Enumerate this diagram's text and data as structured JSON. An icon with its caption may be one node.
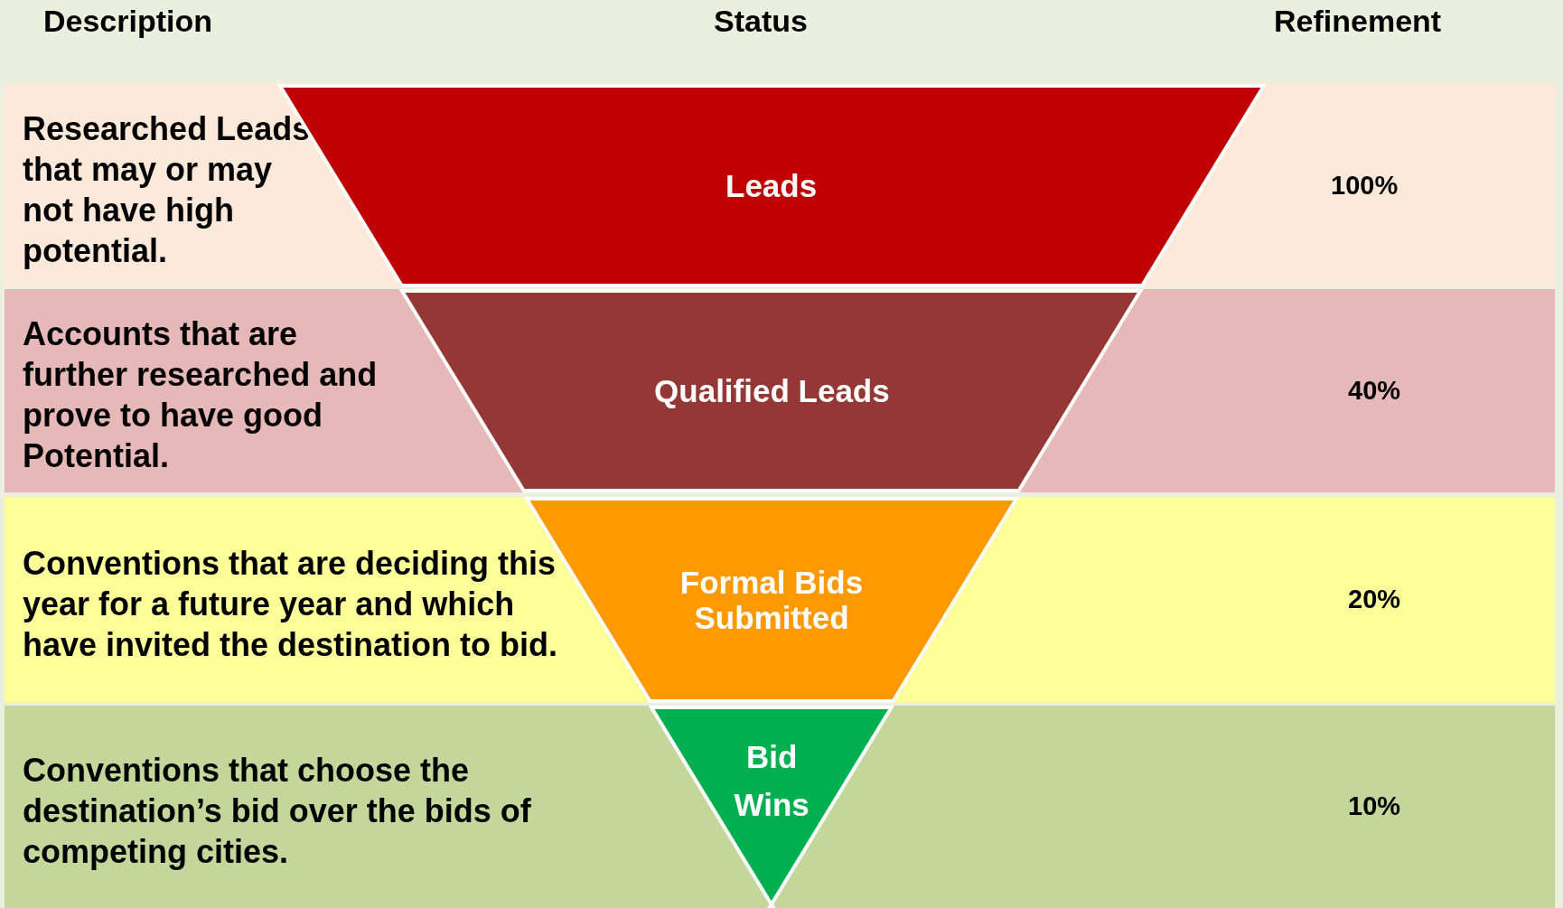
{
  "diagram": {
    "nodes": [
      {
        "text": [
          "Researched Leads that may or may not have high potential.",
          "100%"
        ]
      },
      {
        "text": [
          "Leads"
        ],
        "in": 0
      },
      {
        "text": [
          "Accounts that are further researched and prove to have good Potential.",
          "40%"
        ]
      },
      {
        "text": [
          "Qualified Leads"
        ],
        "in": 2
      },
      {
        "text": [
          "Conventions that are deciding this year for a future year and which have invited the destination to bid.",
          "20%"
        ]
      },
      {
        "text": [
          "Formal Bids Submitted"
        ],
        "in": 4
      },
      {
        "text": [
          "Conventions that choose the destination’s bid over the bids of competing cities.",
          "10%"
        ]
      },
      {
        "text": [
          "Bid Wins"
        ],
        "in": 6
      }
    ],
    "labels": [
      "Description",
      "Status",
      "Refinement"
    ]
  }
}
